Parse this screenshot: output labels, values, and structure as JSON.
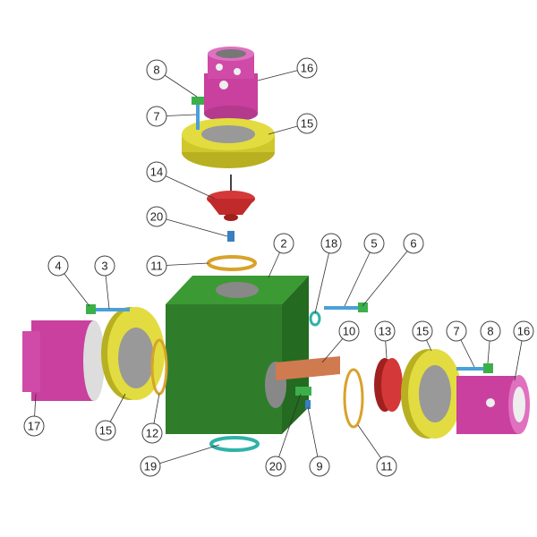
{
  "callouts": [
    "8",
    "16",
    "7",
    "15",
    "14",
    "20",
    "11",
    "2",
    "18",
    "5",
    "6",
    "4",
    "3",
    "10",
    "13",
    "15",
    "7",
    "8",
    "16",
    "17",
    "15",
    "12",
    "20",
    "9",
    "11",
    "19"
  ],
  "colors": {
    "body": "#2f7d2a",
    "flange": "#d8d234",
    "nut": "#d04aa8",
    "seal": "#d43838",
    "ring": "#d9a22a",
    "oring": "#2fb3a8",
    "bolt": "#4aa0d8",
    "strip": "#d07a50"
  }
}
